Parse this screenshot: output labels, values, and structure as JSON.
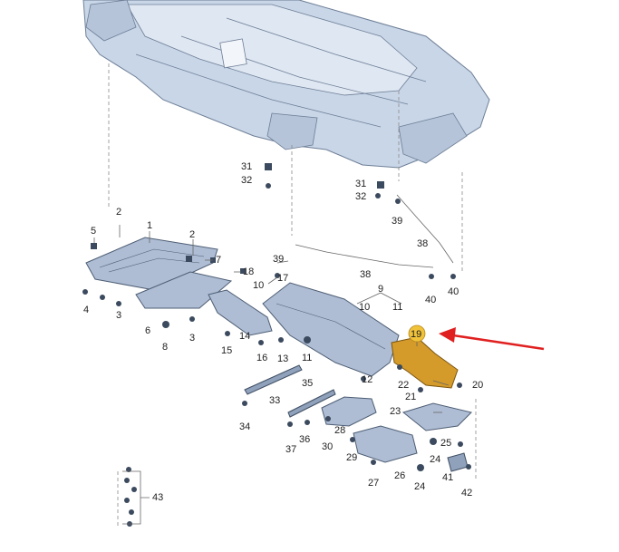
{
  "diagram": {
    "part_numbers": {
      "p1": "1",
      "p2a": "2",
      "p2b": "2",
      "p3a": "3",
      "p3b": "3",
      "p4": "4",
      "p5": "5",
      "p6": "6",
      "p7": "7",
      "p8": "8",
      "p9": "9",
      "p10a": "10",
      "p10b": "10",
      "p11a": "11",
      "p11b": "11",
      "p12": "12",
      "p13": "13",
      "p14": "14",
      "p15": "15",
      "p16": "16",
      "p17": "17",
      "p18": "18",
      "p19": "19",
      "p20": "20",
      "p21": "21",
      "p22": "22",
      "p23": "23",
      "p24a": "24",
      "p24b": "24",
      "p25": "25",
      "p26": "26",
      "p27": "27",
      "p28": "28",
      "p29": "29",
      "p30": "30",
      "p31a": "31",
      "p31b": "31",
      "p32a": "32",
      "p32b": "32",
      "p33": "33",
      "p34": "34",
      "p35": "35",
      "p36": "36",
      "p37": "37",
      "p38a": "38",
      "p38b": "38",
      "p39a": "39",
      "p39b": "39",
      "p40a": "40",
      "p40b": "40",
      "p41": "41",
      "p42": "42",
      "p43": "43"
    },
    "highlight_part": "19",
    "colors": {
      "highlight": "#f0c23a",
      "arrow": "#e02020",
      "part_fill": "#aebdd4"
    }
  }
}
